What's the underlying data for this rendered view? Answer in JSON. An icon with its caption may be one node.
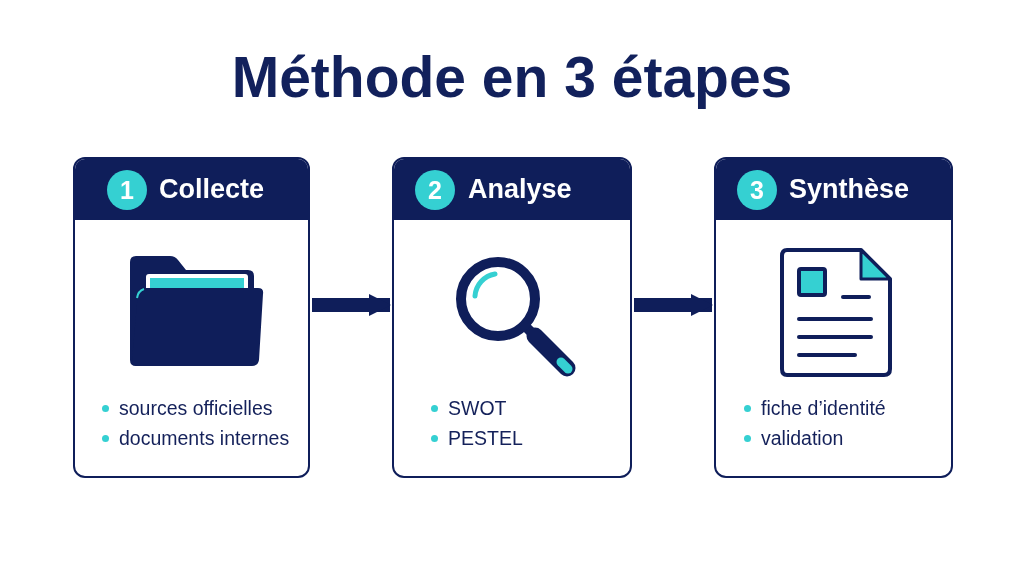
{
  "diagram": {
    "title": "Méthode en 3 étapes",
    "nodes": [
      {
        "text": [
          "1",
          "Collecte",
          "sources officielles",
          "documents internes"
        ]
      },
      {
        "text": [
          "2",
          "Analyse",
          "SWOT",
          "PESTEL"
        ]
      },
      {
        "text": [
          "3",
          "Synthèse",
          "fiche d’identité",
          "validation"
        ]
      }
    ],
    "edges": [
      {
        "from": 0,
        "to": 1,
        "arrow": "to"
      },
      {
        "from": 1,
        "to": 2,
        "arrow": "to"
      }
    ]
  }
}
